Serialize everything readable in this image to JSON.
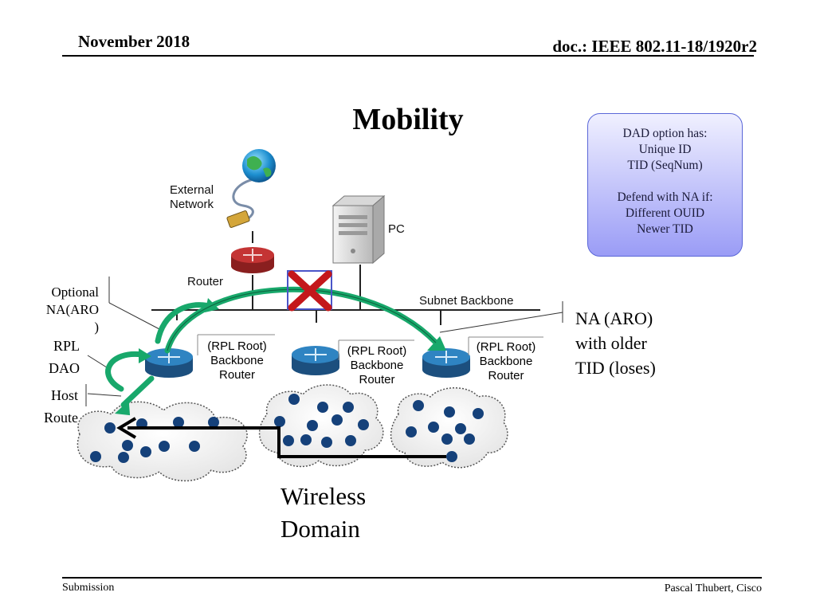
{
  "header": {
    "date": "November 2018",
    "doc": "doc.: IEEE 802.11-18/1920r2"
  },
  "title": "Mobility",
  "callout": {
    "lines": [
      "DAD option has:",
      "Unique ID",
      "TID (SeqNum)",
      "",
      "Defend with NA if:",
      "Different OUID",
      "Newer TID"
    ],
    "highlight_color": "#e0262b"
  },
  "diagram": {
    "external_network": [
      "External",
      "Network"
    ],
    "pc": "PC",
    "router": "Router",
    "subnet_backbone": "Subnet Backbone",
    "rpl_root": "(RPL Root)",
    "backbone_router": [
      "Backbone",
      "Router"
    ],
    "colors": {
      "arrow": "#18a86b",
      "node": "#15417a",
      "router_blue": "#2a7bb8",
      "router_red": "#b82d2d",
      "cross": "#c4171b"
    }
  },
  "left_labels": {
    "optional": [
      "Optional",
      "NA(ARO",
      ")"
    ],
    "rpl": [
      "RPL",
      "DAO"
    ],
    "host": [
      "Host",
      "Route"
    ]
  },
  "right_label": [
    "NA (ARO)",
    "with older",
    "TID (loses)"
  ],
  "wireless": [
    "Wireless",
    "Domain"
  ],
  "footer": {
    "left": "Submission",
    "right": "Pascal Thubert, Cisco"
  }
}
